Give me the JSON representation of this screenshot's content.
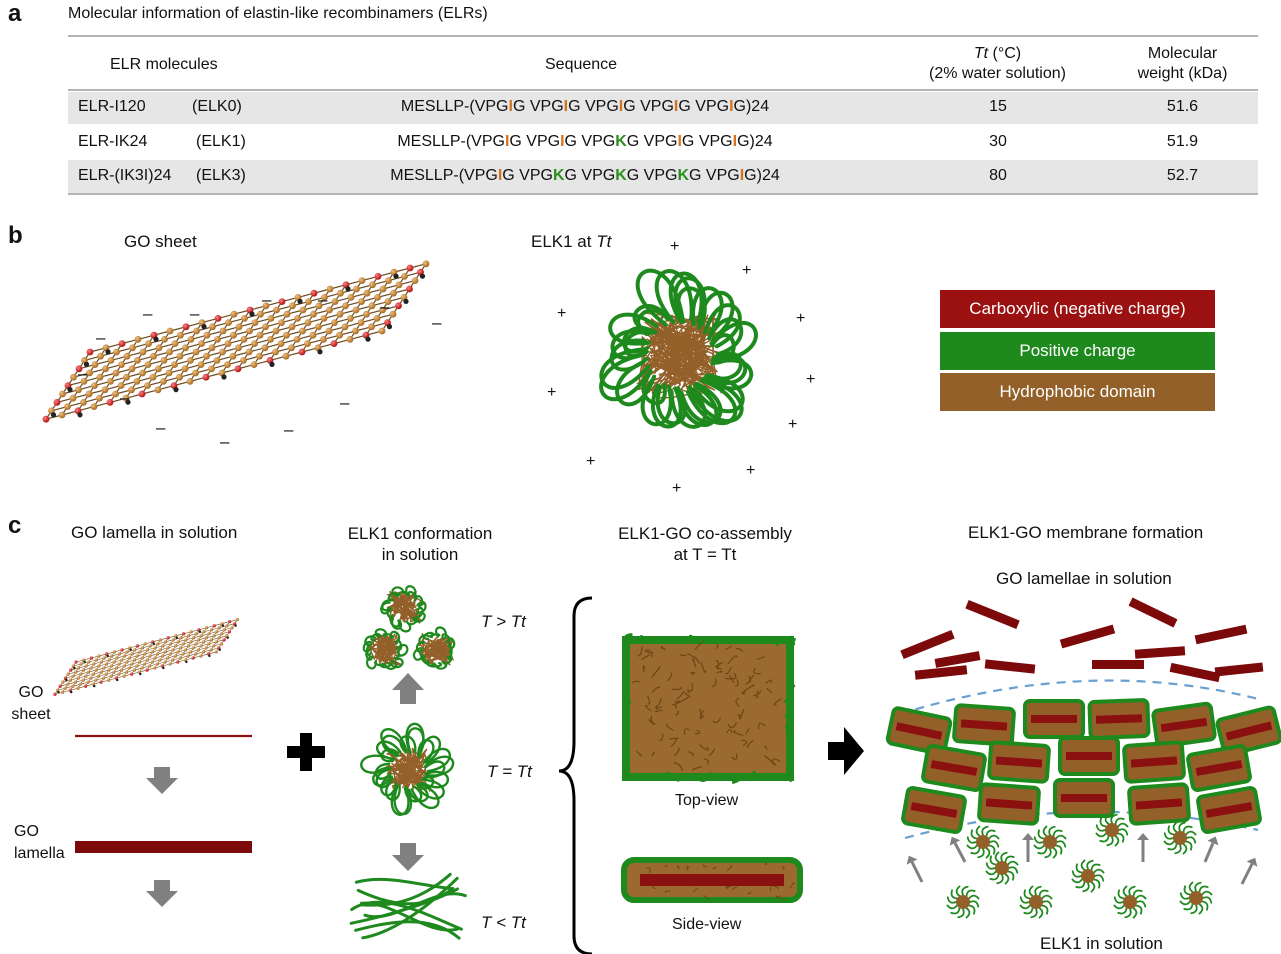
{
  "panel_a": {
    "letter": "a",
    "title": "Molecular information of elastin-like recombinamers (ELRs)",
    "headers": {
      "col1": "ELR molecules",
      "col2": "Sequence",
      "col3_line1_italic": "Tt",
      "col3_line1_rest": " (°C)",
      "col3_line2": "(2% water solution)",
      "col4_line1": "Molecular",
      "col4_line2": "weight (kDa)"
    },
    "rows": [
      {
        "name": "ELR-I120",
        "alias": "(ELK0)",
        "seq": [
          [
            "MESLLP-(VPG",
            ""
          ],
          [
            "I",
            "o"
          ],
          [
            "G VPG",
            ""
          ],
          [
            "I",
            "o"
          ],
          [
            "G VPG",
            ""
          ],
          [
            "I",
            "o"
          ],
          [
            "G VPG",
            ""
          ],
          [
            "I",
            "o"
          ],
          [
            "G VPG",
            ""
          ],
          [
            "I",
            "o"
          ],
          [
            "G)24",
            ""
          ]
        ],
        "tt": "15",
        "mw": "51.6"
      },
      {
        "name": "ELR-IK24",
        "alias": "(ELK1)",
        "seq": [
          [
            "MESLLP-(VPG",
            ""
          ],
          [
            "I",
            "o"
          ],
          [
            "G VPG",
            ""
          ],
          [
            "I",
            "o"
          ],
          [
            "G VPG",
            ""
          ],
          [
            "K",
            "g"
          ],
          [
            "G VPG",
            ""
          ],
          [
            "I",
            "o"
          ],
          [
            "G VPG",
            ""
          ],
          [
            "I",
            "o"
          ],
          [
            "G)24",
            ""
          ]
        ],
        "tt": "30",
        "mw": "51.9"
      },
      {
        "name": "ELR-(IK3I)24",
        "alias": "(ELK3)",
        "seq": [
          [
            "MESLLP-(VPG",
            ""
          ],
          [
            "I",
            "o"
          ],
          [
            "G VPG",
            ""
          ],
          [
            "K",
            "g"
          ],
          [
            "G VPG",
            ""
          ],
          [
            "K",
            "g"
          ],
          [
            "G VPG",
            ""
          ],
          [
            "K",
            "g"
          ],
          [
            "G VPG",
            ""
          ],
          [
            "I",
            "o"
          ],
          [
            "G)24",
            ""
          ]
        ],
        "tt": "80",
        "mw": "52.7"
      }
    ]
  },
  "panel_b": {
    "letter": "b",
    "go_sheet_label": "GO sheet",
    "elk1_label": "ELK1 at ",
    "elk1_label_italic": "Tt",
    "minus": "–",
    "plus": "+",
    "legend": [
      {
        "label": "Carboxylic (negative charge)",
        "color": "#9b1111"
      },
      {
        "label": "Positive charge",
        "color": "#1e8a1e"
      },
      {
        "label": "Hydrophobic domain",
        "color": "#94602a"
      }
    ]
  },
  "panel_c": {
    "letter": "c",
    "col1_title": "GO lamella in solution",
    "go_sheet_1": "GO",
    "go_sheet_2": "sheet",
    "go_lamella_1": "GO",
    "go_lamella_2": "lamella",
    "col2_title_1": "ELK1 conformation",
    "col2_title_2": "in solution",
    "t_gt": "T > Tt",
    "t_eq": "T = Tt",
    "t_lt": "T < Tt",
    "col3_title_1": "ELK1-GO co-assembly",
    "col3_title_2": "at T = Tt",
    "top_view": "Top-view",
    "side_view": "Side-view",
    "col4_title": "ELK1-GO membrane formation",
    "go_lamellae": "GO lamellae in solution",
    "elk1_solution": "ELK1 in solution"
  },
  "colors": {
    "carboxylic": "#9b1111",
    "positive": "#1e8a1e",
    "hydrophobic": "#94602a",
    "gold_atom": "#c8893a",
    "red_atom": "#d42020",
    "arrow_gray": "#808080",
    "dashed_blue": "#6aa0d0"
  }
}
